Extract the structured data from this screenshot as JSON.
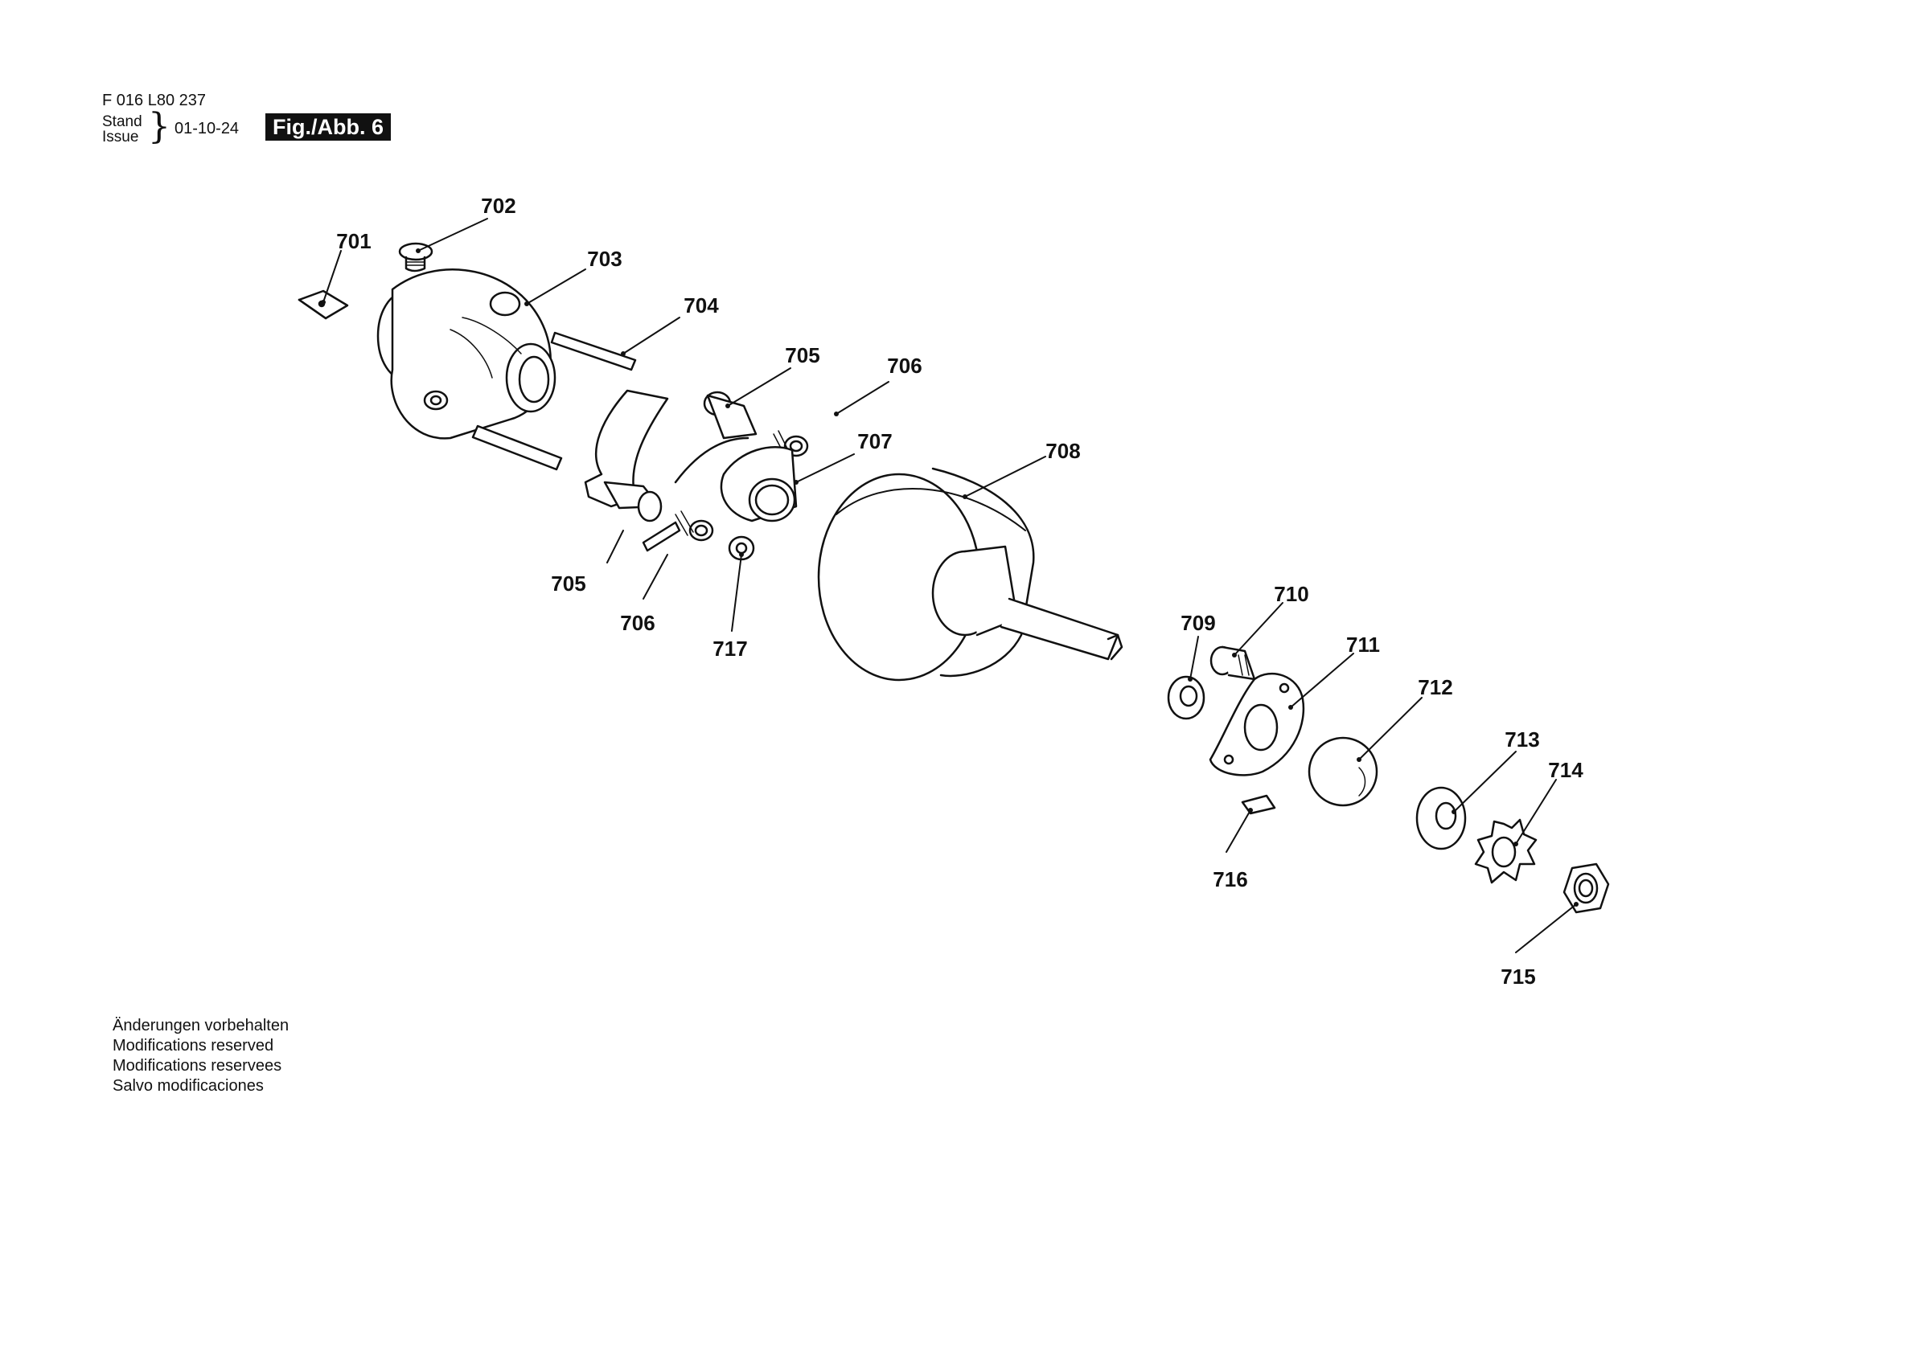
{
  "header": {
    "doc_number": "F 016 L80 237",
    "stand_label": "Stand",
    "issue_label": "Issue",
    "date": "01-10-24",
    "figure_badge": "Fig./Abb. 6"
  },
  "parts": [
    {
      "label": "701"
    },
    {
      "label": "702"
    },
    {
      "label": "703"
    },
    {
      "label": "704"
    },
    {
      "label": "705"
    },
    {
      "label": "706"
    },
    {
      "label": "707"
    },
    {
      "label": "708"
    },
    {
      "label": "705"
    },
    {
      "label": "706"
    },
    {
      "label": "717"
    },
    {
      "label": "709"
    },
    {
      "label": "710"
    },
    {
      "label": "711"
    },
    {
      "label": "712"
    },
    {
      "label": "713"
    },
    {
      "label": "714"
    },
    {
      "label": "716"
    },
    {
      "label": "715"
    }
  ],
  "notes": [
    "Änderungen vorbehalten",
    "Modifications reserved",
    "Modifications reservees",
    "Salvo modificaciones"
  ]
}
